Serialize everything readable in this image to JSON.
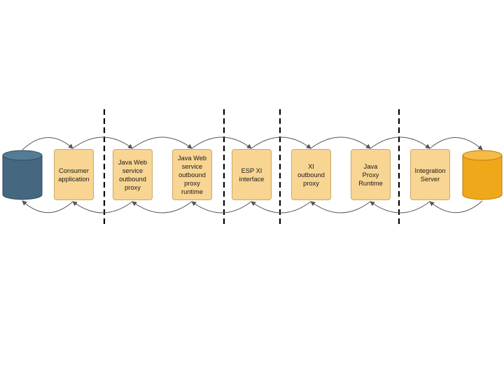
{
  "endpoints": {
    "left": {
      "icon": "database-icon",
      "color": "#4a6b84"
    },
    "right": {
      "icon": "database-icon",
      "color": "#f0a81b"
    }
  },
  "components": [
    {
      "label": "Consumer\napplication"
    },
    {
      "label": "Java Web\nservice\noutbound\nproxy"
    },
    {
      "label": "Java Web\nservice\noutbound\nproxy\nruntime"
    },
    {
      "label": "ESP XI\ninterface"
    },
    {
      "label": "XI\noutbound\nproxy"
    },
    {
      "label": "Java\nProxy\nRuntime"
    },
    {
      "label": "Integration\nServer"
    }
  ],
  "colors": {
    "box_fill": "#f8d592",
    "box_border": "#c9a865",
    "arrow": "#555555",
    "divider": "#000000"
  }
}
